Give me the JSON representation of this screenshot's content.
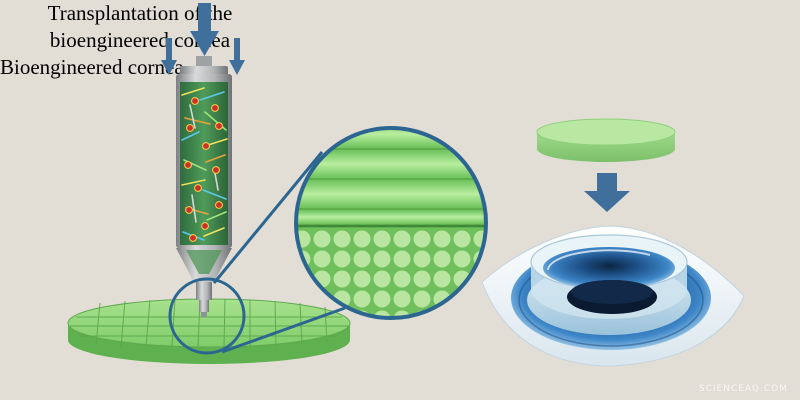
{
  "labels": {
    "transplantation_line1": "Transplantation of the",
    "transplantation_line2": "bioengineered cornea",
    "bioengineered_cornea": "Bioengineered cornea"
  },
  "watermark": "SCIENCEAQ.COM",
  "colors": {
    "background": "#e2ded6",
    "arrow": "#3f6f9a",
    "scaffold_green": "#8ed97a",
    "syringe_metal": "#a7a9ab",
    "eye_blue": "#2f6fb0",
    "outline_blue": "#2c6690"
  }
}
